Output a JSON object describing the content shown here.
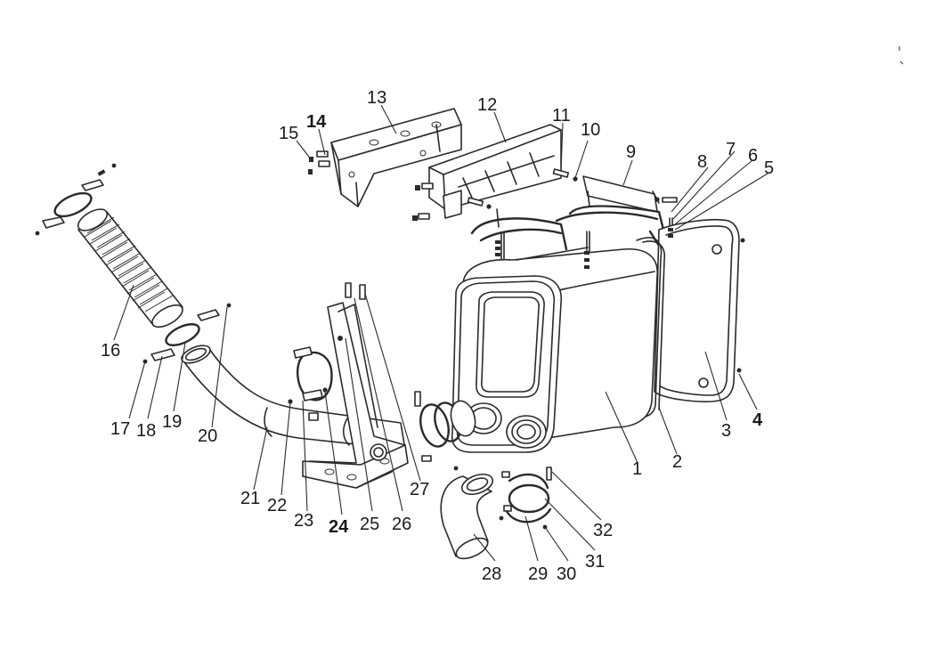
{
  "diagram": {
    "part_labels": [
      "1",
      "2",
      "3",
      "4",
      "5",
      "6",
      "7",
      "8",
      "9",
      "10",
      "11",
      "12",
      "13",
      "14",
      "15",
      "16",
      "17",
      "18",
      "19",
      "20",
      "21",
      "22",
      "23",
      "24",
      "25",
      "26",
      "27",
      "28",
      "29",
      "30",
      "31",
      "32"
    ]
  }
}
